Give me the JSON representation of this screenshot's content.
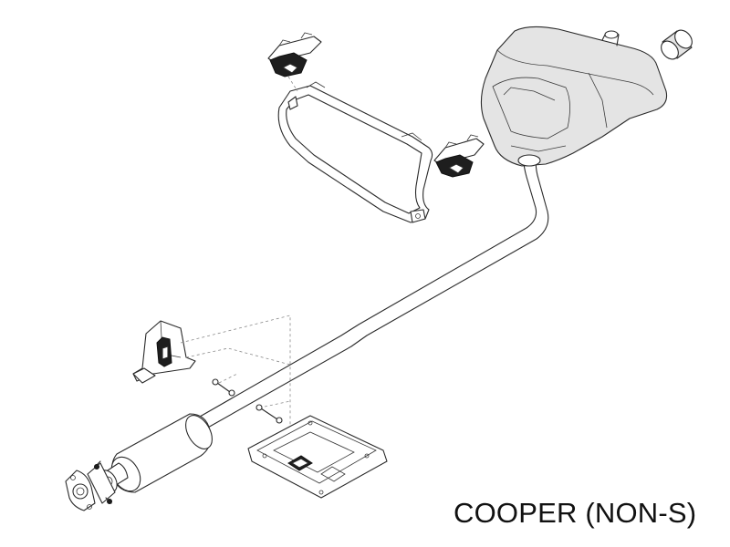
{
  "caption": "COOPER (NON-S)",
  "parts": [
    {
      "id": "rear-muffler",
      "icon": "rear-muffler-icon"
    },
    {
      "id": "tailpipe-tip",
      "icon": "tailpipe-tip-icon"
    },
    {
      "id": "muffler-strap-bracket",
      "icon": "strap-bracket-icon"
    },
    {
      "id": "rubber-mount-left",
      "icon": "rubber-mount-icon"
    },
    {
      "id": "rubber-mount-right",
      "icon": "rubber-mount-icon"
    },
    {
      "id": "exhaust-pipe",
      "icon": "exhaust-pipe-icon"
    },
    {
      "id": "front-catalytic-converter",
      "icon": "catalytic-converter-icon"
    },
    {
      "id": "inlet-flange",
      "icon": "flange-gasket-icon"
    },
    {
      "id": "pipe-hanger-bracket",
      "icon": "hanger-bracket-icon"
    },
    {
      "id": "heat-shield",
      "icon": "heat-shield-icon"
    },
    {
      "id": "mounting-bolt",
      "icon": "bolt-icon"
    }
  ]
}
